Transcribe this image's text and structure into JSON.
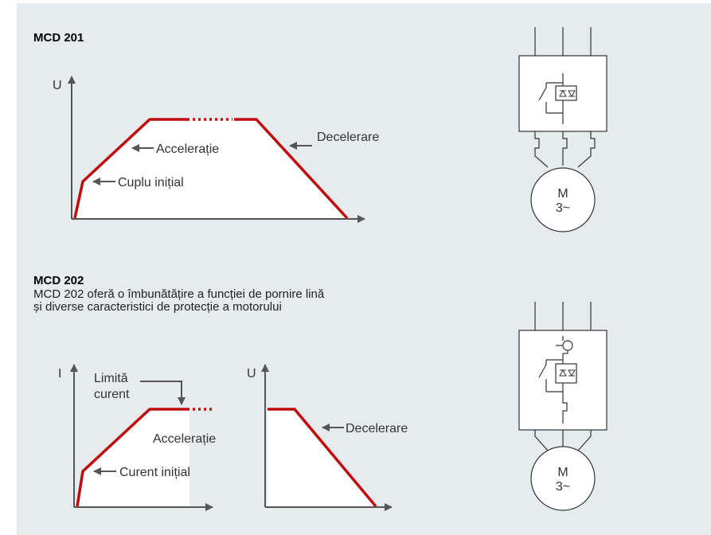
{
  "colors": {
    "panel": "#e6ebee",
    "curve": "#c00d0d",
    "axis": "#555555",
    "fill": "#ffffff"
  },
  "mcd201": {
    "title": "MCD 201",
    "graph": {
      "y_axis": "U",
      "labels": {
        "acceleration": "Accelerație",
        "initial_torque": "Cuplu inițial",
        "deceleration": "Decelerare"
      }
    },
    "schematic": {
      "motor": [
        "M",
        "3~"
      ]
    }
  },
  "mcd202": {
    "title": "MCD 202",
    "description": [
      "MCD 202 oferă o îmbunătățire a funcției de pornire lină",
      "și diverse caracteristici de protecție a motorului"
    ],
    "graph_current": {
      "y_axis": "I",
      "labels": {
        "limit": [
          "Limită",
          "curent"
        ],
        "acceleration": "Accelerație",
        "initial_current": "Curent inițial"
      }
    },
    "graph_decel": {
      "y_axis": "U",
      "labels": {
        "deceleration": "Decelerare"
      }
    },
    "schematic": {
      "motor": [
        "M",
        "3~"
      ]
    }
  }
}
